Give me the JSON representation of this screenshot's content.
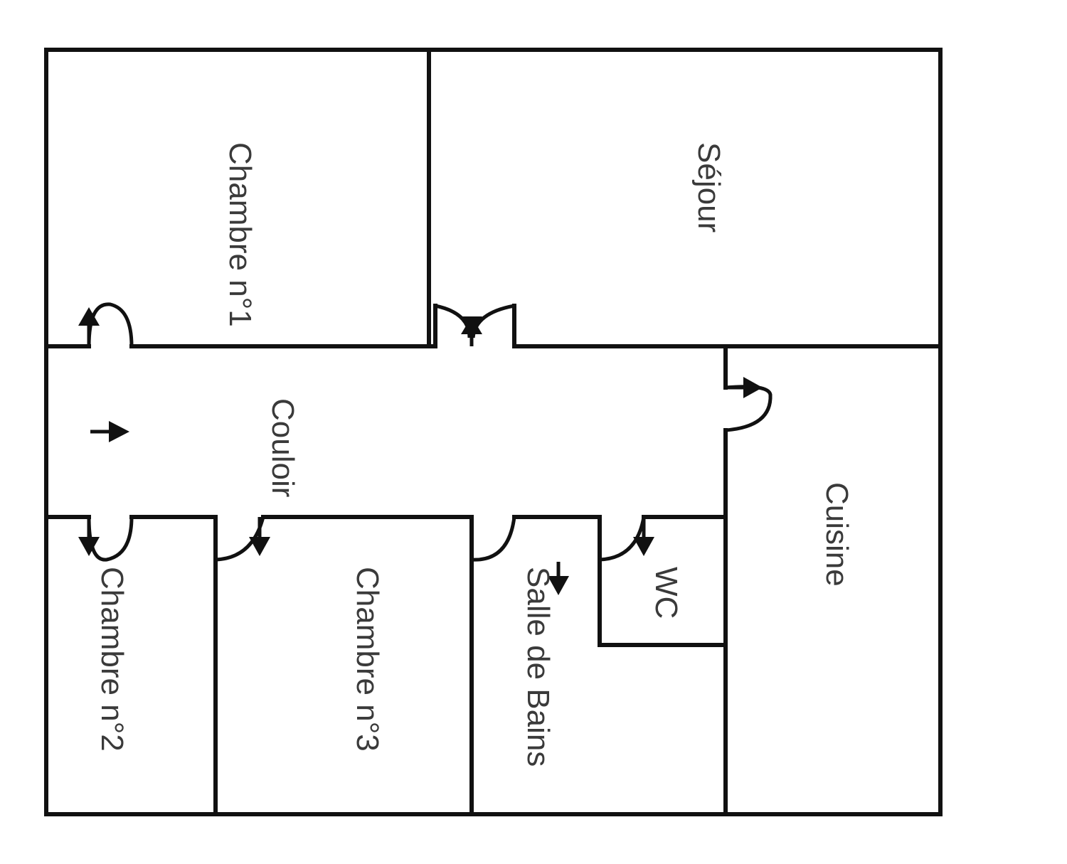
{
  "plan": {
    "rooms": {
      "chambre1": "Chambre n°1",
      "sejour": "Séjour",
      "couloir": "Couloir",
      "cuisine": "Cuisine",
      "chambre2": "Chambre n°2",
      "chambre3": "Chambre n°3",
      "salle_de_bains": "Salle de Bains",
      "wc": "WC"
    },
    "colors": {
      "wall": "#111111",
      "label": "#3a3a3a",
      "background": "#ffffff"
    }
  }
}
